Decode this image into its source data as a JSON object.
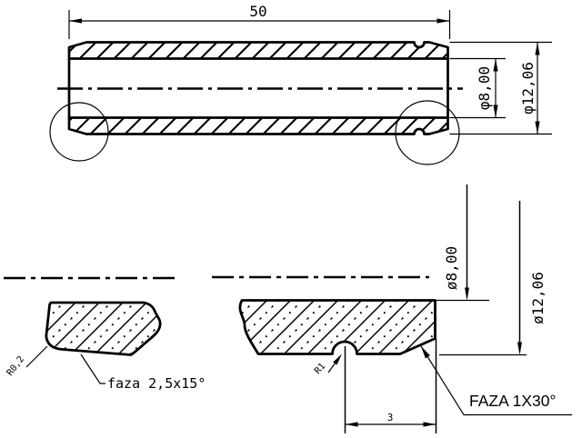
{
  "colors": {
    "background": "#ffffff",
    "line": "#000000"
  },
  "main_view": {
    "length_dim": "50",
    "bore_dia_dim": "φ8,00",
    "outer_dia_dim": "φ12,06"
  },
  "detail_left": {
    "fillet_label": "R0,2",
    "chamfer_note": "faza 2,5x15°"
  },
  "detail_right": {
    "bore_dia_dim": "ø8,00",
    "outer_dia_dim": "ø12,06",
    "groove_radius_label": "R1",
    "chamfer_note": "FAZA 1X30°",
    "groove_width_dim": "3"
  }
}
